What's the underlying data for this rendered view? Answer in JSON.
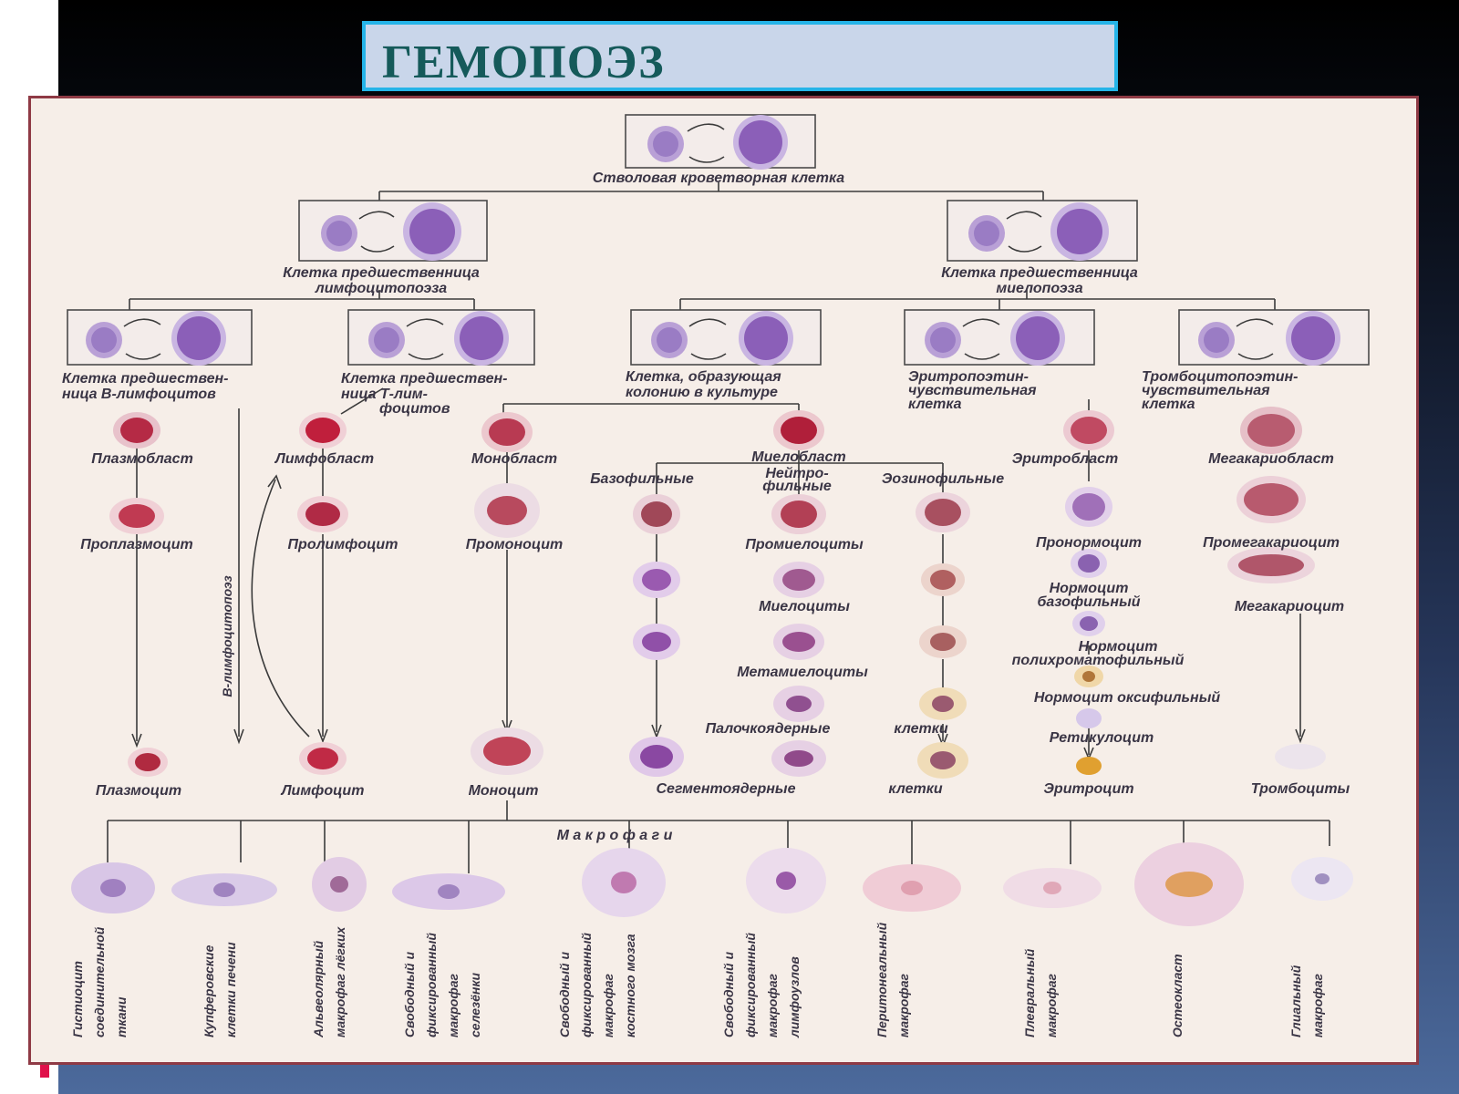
{
  "title": "ГЕМОПОЭЗ",
  "colors": {
    "title_bg": "#c9d6ea",
    "title_border": "#25b4e8",
    "title_text": "#155a5a",
    "panel_bg": "#f6eee8",
    "panel_border": "#8f3a45",
    "cell_purple": "#8b5fb8",
    "cell_red": "#b52a45",
    "cell_pink": "#c98a96",
    "cell_orange": "#e0a030"
  },
  "labels": {
    "stem": "Стволовая кроветворная клетка",
    "lympho_prec_1": "Клетка предшественница",
    "lympho_prec_2": "лимфоцитопоэза",
    "myelo_prec_1": "Клетка предшественница",
    "myelo_prec_2": "миелопоэза",
    "b_prec_1": "Клетка предшествен-",
    "b_prec_2": "ница В-лимфоцитов",
    "t_prec_1": "Клетка предшествен-",
    "t_prec_2": "ница Т-лим-",
    "t_prec_3": "фоцитов",
    "cfu_1": "Клетка, образующая",
    "cfu_2": "колонию в культуре",
    "ery_prec_1": "Эритропоэтин-",
    "ery_prec_2": "чувствительная",
    "ery_prec_3": "клетка",
    "thr_prec_1": "Тромбоцитопоэтин-",
    "thr_prec_2": "чувствительная",
    "thr_prec_3": "клетка",
    "plasmoblast": "Плазмобласт",
    "lymphoblast": "Лимфобласт",
    "monoblast": "Монобласт",
    "myeloblast": "Миелобласт",
    "erythroblast": "Эритробласт",
    "megakaryoblast": "Мегакариобласт",
    "basophilic": "Базофильные",
    "neutro_1": "Нейтро-",
    "neutro_2": "фильные",
    "eosinophilic": "Эозинофильные",
    "proplasmocyte": "Проплазмоцит",
    "prolymphocyte": "Пролимфоцит",
    "promonocyte": "Промоноцит",
    "promyelocytes": "Промиелоциты",
    "pronormocyte": "Пронормоцит",
    "promegakaryocyte": "Промегакариоцит",
    "b_lymphopoiesis": "В-лимфоцитопоэз",
    "myelocytes": "Миелоциты",
    "normocyte_baso_1": "Нормоцит",
    "normocyte_baso_2": "базофильный",
    "megakaryocyte": "Мегакариоцит",
    "normocyte_poly_1": "Нормоцит",
    "normocyte_poly_2": "полихроматофильный",
    "metamyelocytes": "Метамиелоциты",
    "normocyte_oxy": "Нормоцит оксифильный",
    "band": "Палочкоядерные",
    "cells_1": "клетки",
    "reticulocyte": "Ретикулоцит",
    "plasmocyte": "Плазмоцит",
    "lymphocyte": "Лимфоцит",
    "monocyte": "Моноцит",
    "segmented": "Сегментоядерные",
    "cells_2": "клетки",
    "erythrocyte": "Эритроцит",
    "thrombocytes": "Тромбоциты",
    "macrophages": "М а к р о ф а г и"
  },
  "macrophage_labels": [
    [
      "Гистиоцит",
      "соединительной",
      "ткани"
    ],
    [
      "Купферовские",
      "клетки печени"
    ],
    [
      "Альвеолярный",
      "макрофаг лёгких"
    ],
    [
      "Свободный и",
      "фиксированный",
      "макрофаг",
      "селезёнки"
    ],
    [
      "Свободный и",
      "фиксированный",
      "макрофаг",
      "костного мозга"
    ],
    [
      "Свободный и",
      "фиксированный",
      "макрофаг",
      "лимфоузлов"
    ],
    [
      "Перитонеальный",
      "макрофаг"
    ],
    [
      "Плевральный",
      "макрофаг"
    ],
    [
      "Остеокласт"
    ],
    [
      "Глиальный",
      "макрофаг"
    ]
  ]
}
